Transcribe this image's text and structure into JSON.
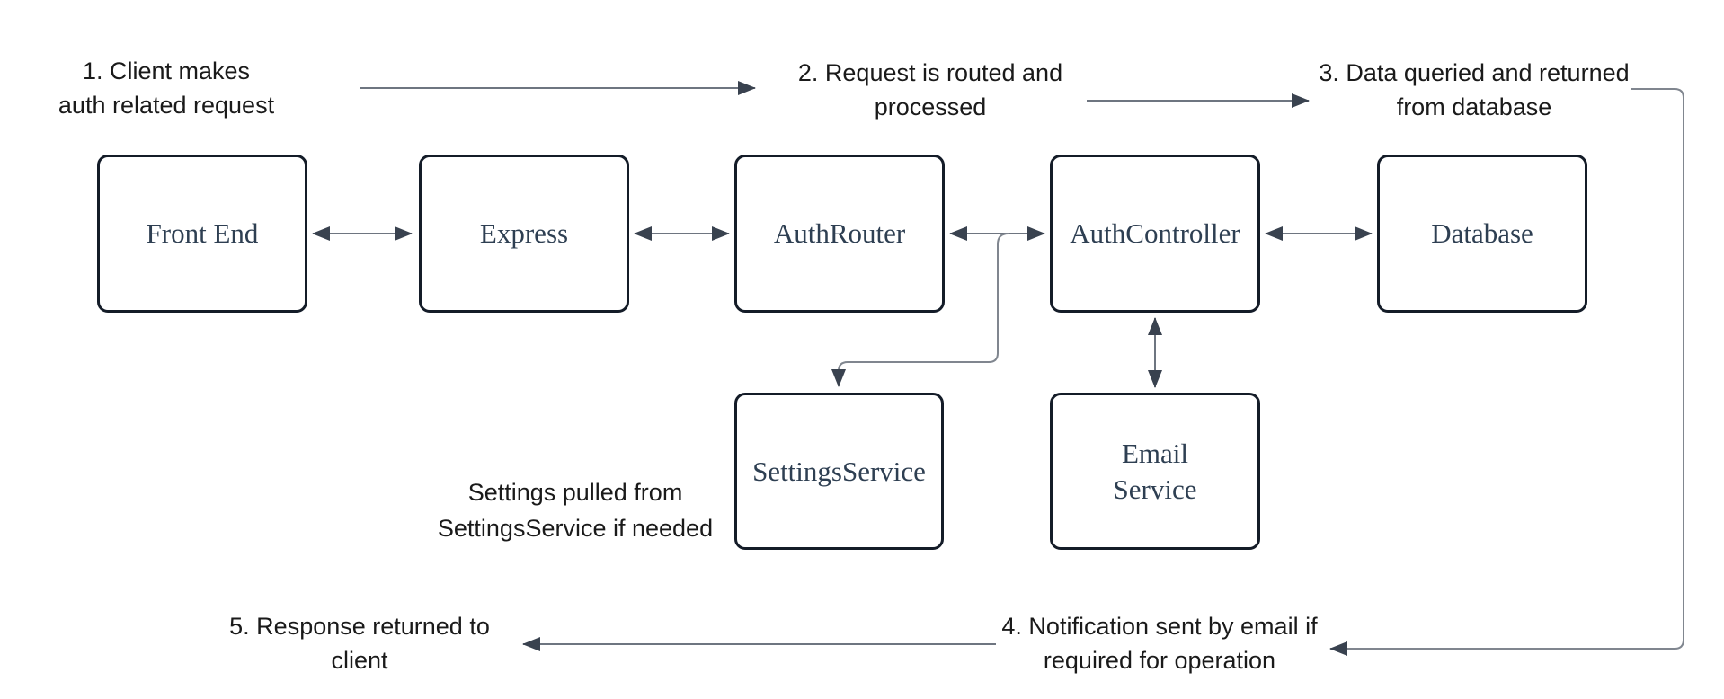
{
  "diagram": {
    "type": "auth-flow-diagram",
    "steps": [
      {
        "number": "1",
        "label": "1.  Client makes\nauth related request"
      },
      {
        "number": "2",
        "label": "2.  Request is routed and\nprocessed"
      },
      {
        "number": "3",
        "label": "3. Data queried and returned\nfrom database"
      },
      {
        "number": "4",
        "label": "4.  Notification sent by email if\nrequired for operation"
      },
      {
        "number": "5",
        "label": "5.  Response returned to\nclient"
      }
    ],
    "nodes": [
      {
        "id": "front-end",
        "label": "Front End"
      },
      {
        "id": "express",
        "label": "Express"
      },
      {
        "id": "auth-router",
        "label": "AuthRouter"
      },
      {
        "id": "auth-controller",
        "label": "AuthController"
      },
      {
        "id": "database",
        "label": "Database"
      },
      {
        "id": "settings-service",
        "label": "SettingsService"
      },
      {
        "id": "email-service",
        "label": "Email\nService"
      }
    ],
    "note": {
      "label": "Settings pulled from\nSettingsService if needed"
    },
    "connectors": [
      "front-end <-> express",
      "express <-> auth-router",
      "auth-router <-> auth-controller",
      "auth-controller <-> database",
      "auth-controller <-> email-service",
      "auth-router/auth-controller -> settings-service",
      "step1 -> step2",
      "step2 -> step3",
      "step3 -> step4",
      "-> step5"
    ],
    "colors": {
      "background": "#ffffff",
      "node_border": "#141c28",
      "node_text": "#2e3f52",
      "label_text": "#1a1a1a",
      "line": "#6e7580",
      "arrowhead": "#39424f"
    }
  }
}
